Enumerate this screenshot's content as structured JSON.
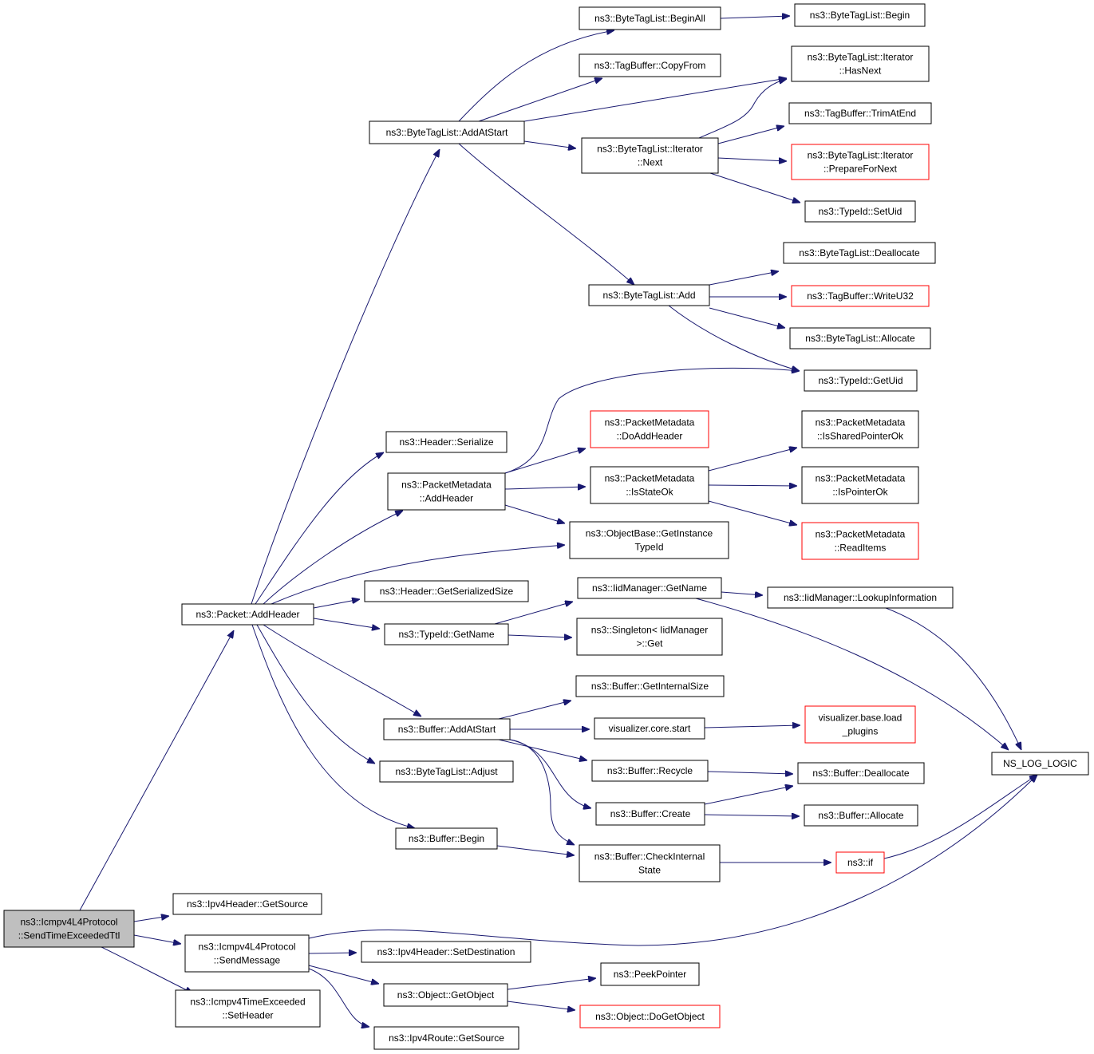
{
  "graph": {
    "colors": {
      "edge": "#191970",
      "node_border": "#000000",
      "truncated_border": "#ff0000",
      "root_fill": "#bfbfbf"
    },
    "nodes": [
      {
        "id": "root",
        "lines": [
          "ns3::Icmpv4L4Protocol",
          "::SendTimeExceededTtl"
        ],
        "style": "root"
      },
      {
        "id": "pkt_addheader",
        "lines": [
          "ns3::Packet::AddHeader"
        ]
      },
      {
        "id": "ipv4h_getsource",
        "lines": [
          "ns3::Ipv4Header::GetSource"
        ]
      },
      {
        "id": "icmp_sendmessage",
        "lines": [
          "ns3::Icmpv4L4Protocol",
          "::SendMessage"
        ]
      },
      {
        "id": "icmp_te_setheader",
        "lines": [
          "ns3::Icmpv4TimeExceeded",
          "::SetHeader"
        ]
      },
      {
        "id": "btl_addatstart",
        "lines": [
          "ns3::ByteTagList::AddAtStart"
        ]
      },
      {
        "id": "header_serialize",
        "lines": [
          "ns3::Header::Serialize"
        ]
      },
      {
        "id": "pm_addheader",
        "lines": [
          "ns3::PacketMetadata",
          "::AddHeader"
        ]
      },
      {
        "id": "ob_getinstancetypeid",
        "lines": [
          "ns3::ObjectBase::GetInstance",
          "TypeId"
        ]
      },
      {
        "id": "header_getserializedsize",
        "lines": [
          "ns3::Header::GetSerializedSize"
        ]
      },
      {
        "id": "typeid_getname",
        "lines": [
          "ns3::TypeId::GetName"
        ]
      },
      {
        "id": "buffer_addatstart",
        "lines": [
          "ns3::Buffer::AddAtStart"
        ]
      },
      {
        "id": "btl_adjust",
        "lines": [
          "ns3::ByteTagList::Adjust"
        ]
      },
      {
        "id": "buffer_begin",
        "lines": [
          "ns3::Buffer::Begin"
        ]
      },
      {
        "id": "btl_beginall",
        "lines": [
          "ns3::ByteTagList::BeginAll"
        ]
      },
      {
        "id": "btl_begin",
        "lines": [
          "ns3::ByteTagList::Begin"
        ]
      },
      {
        "id": "tb_copyfrom",
        "lines": [
          "ns3::TagBuffer::CopyFrom"
        ]
      },
      {
        "id": "btli_hasnext",
        "lines": [
          "ns3::ByteTagList::Iterator",
          "::HasNext"
        ]
      },
      {
        "id": "btli_next",
        "lines": [
          "ns3::ByteTagList::Iterator",
          "::Next"
        ]
      },
      {
        "id": "tb_trimatend",
        "lines": [
          "ns3::TagBuffer::TrimAtEnd"
        ]
      },
      {
        "id": "btli_preparefornext",
        "lines": [
          "ns3::ByteTagList::Iterator",
          "::PrepareForNext"
        ],
        "style": "red"
      },
      {
        "id": "typeid_setuid",
        "lines": [
          "ns3::TypeId::SetUid"
        ]
      },
      {
        "id": "btl_add",
        "lines": [
          "ns3::ByteTagList::Add"
        ]
      },
      {
        "id": "btl_deallocate",
        "lines": [
          "ns3::ByteTagList::Deallocate"
        ]
      },
      {
        "id": "tb_writeu32",
        "lines": [
          "ns3::TagBuffer::WriteU32"
        ],
        "style": "red"
      },
      {
        "id": "btl_allocate",
        "lines": [
          "ns3::ByteTagList::Allocate"
        ]
      },
      {
        "id": "typeid_getuid",
        "lines": [
          "ns3::TypeId::GetUid"
        ]
      },
      {
        "id": "pm_doaddheader",
        "lines": [
          "ns3::PacketMetadata",
          "::DoAddHeader"
        ],
        "style": "red"
      },
      {
        "id": "pm_isstateok",
        "lines": [
          "ns3::PacketMetadata",
          "::IsStateOk"
        ]
      },
      {
        "id": "pm_issharedpointerok",
        "lines": [
          "ns3::PacketMetadata",
          "::IsSharedPointerOk"
        ]
      },
      {
        "id": "pm_ispointerok",
        "lines": [
          "ns3::PacketMetadata",
          "::IsPointerOk"
        ]
      },
      {
        "id": "pm_readitems",
        "lines": [
          "ns3::PacketMetadata",
          "::ReadItems"
        ],
        "style": "red"
      },
      {
        "id": "iidm_getname",
        "lines": [
          "ns3::IidManager::GetName"
        ]
      },
      {
        "id": "iidm_lookupinformation",
        "lines": [
          "ns3::IidManager::LookupInformation"
        ]
      },
      {
        "id": "singleton_get",
        "lines": [
          "ns3::Singleton< IidManager",
          ">::Get"
        ]
      },
      {
        "id": "ns_log_logic",
        "lines": [
          "NS_LOG_LOGIC"
        ]
      },
      {
        "id": "buffer_getinternalsize",
        "lines": [
          "ns3::Buffer::GetInternalSize"
        ]
      },
      {
        "id": "vis_core_start",
        "lines": [
          "visualizer.core.start"
        ]
      },
      {
        "id": "vis_base_loadplugins",
        "lines": [
          "visualizer.base.load",
          "_plugins"
        ],
        "style": "red"
      },
      {
        "id": "buffer_recycle",
        "lines": [
          "ns3::Buffer::Recycle"
        ]
      },
      {
        "id": "buffer_deallocate",
        "lines": [
          "ns3::Buffer::Deallocate"
        ]
      },
      {
        "id": "buffer_create",
        "lines": [
          "ns3::Buffer::Create"
        ]
      },
      {
        "id": "buffer_allocate",
        "lines": [
          "ns3::Buffer::Allocate"
        ]
      },
      {
        "id": "buffer_checkinternalstate",
        "lines": [
          "ns3::Buffer::CheckInternal",
          "State"
        ]
      },
      {
        "id": "ns3_if",
        "lines": [
          "ns3::if"
        ],
        "style": "red"
      },
      {
        "id": "ipv4h_setdestination",
        "lines": [
          "ns3::Ipv4Header::SetDestination"
        ]
      },
      {
        "id": "obj_getobject",
        "lines": [
          "ns3::Object::GetObject"
        ]
      },
      {
        "id": "ipv4route_getsource",
        "lines": [
          "ns3::Ipv4Route::GetSource"
        ]
      },
      {
        "id": "peekpointer",
        "lines": [
          "ns3::PeekPointer"
        ]
      },
      {
        "id": "obj_dogetobject",
        "lines": [
          "ns3::Object::DoGetObject"
        ],
        "style": "red"
      }
    ]
  }
}
